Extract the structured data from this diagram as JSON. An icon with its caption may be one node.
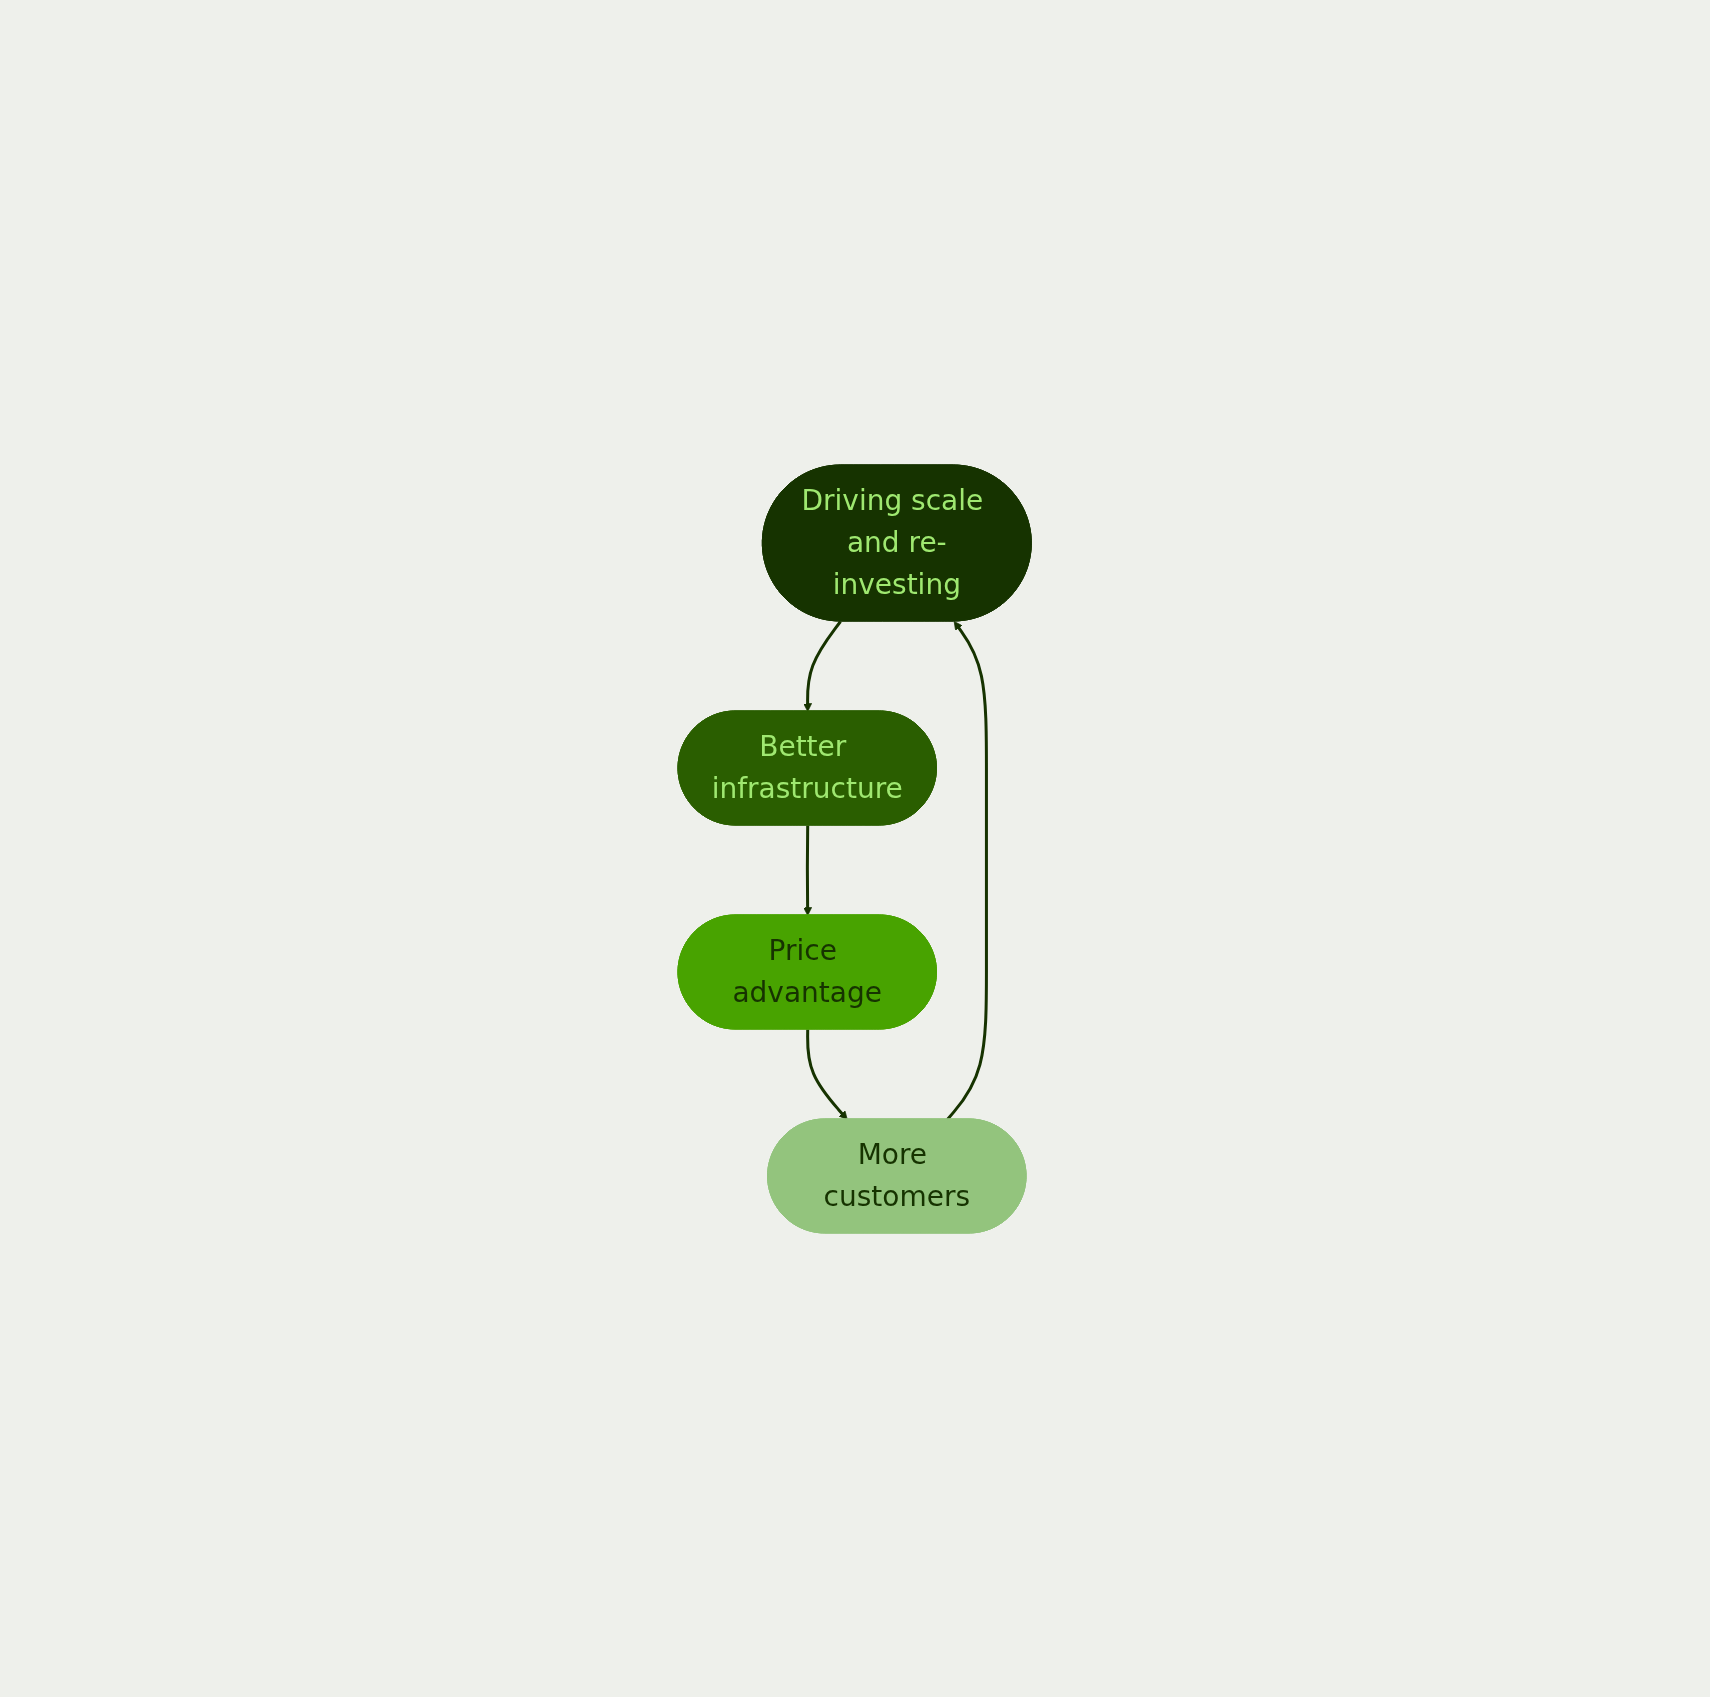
{
  "diagram": {
    "nodes": [
      {
        "text": [
          "Driving scale and re-investing"
        ]
      },
      {
        "text": [
          "Better infrastructure"
        ]
      },
      {
        "text": [
          "Price advantage"
        ]
      },
      {
        "text": [
          "More customers"
        ]
      }
    ],
    "edges": [
      {
        "from": 0,
        "to": 1,
        "arrow": "to"
      },
      {
        "from": 1,
        "to": 2,
        "arrow": "to"
      },
      {
        "from": 2,
        "to": 3,
        "arrow": "to"
      },
      {
        "from": 3,
        "to": 0,
        "arrow": "to"
      }
    ]
  }
}
